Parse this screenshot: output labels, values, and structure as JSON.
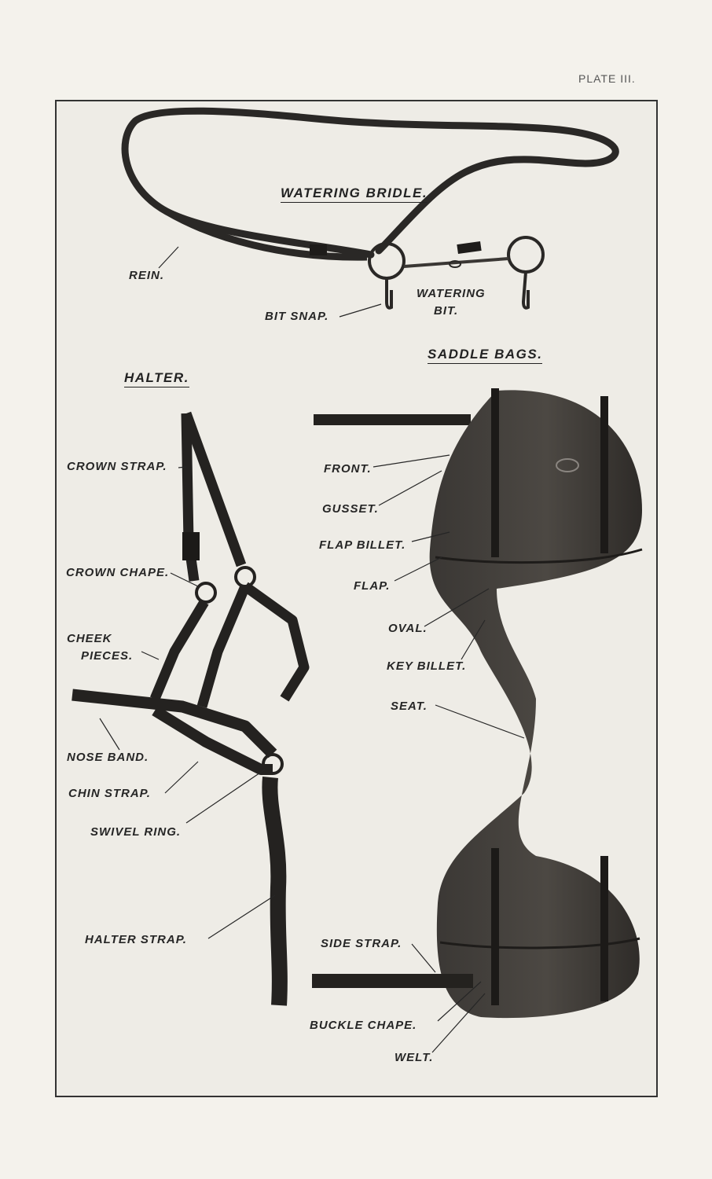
{
  "plate_number": "PLATE III.",
  "sections": {
    "watering_bridle": {
      "title": "WATERING BRIDLE.",
      "labels": {
        "rein": "REIN.",
        "bit_snap": "BIT SNAP.",
        "watering_bit_line1": "WATERING",
        "watering_bit_line2": "BIT."
      }
    },
    "halter": {
      "title": "HALTER.",
      "labels": {
        "crown_strap": "CROWN STRAP.",
        "crown_chape": "CROWN CHAPE.",
        "cheek_pieces_line1": "CHEEK",
        "cheek_pieces_line2": "PIECES.",
        "nose_band": "NOSE BAND.",
        "chin_strap": "CHIN STRAP.",
        "swivel_ring": "SWIVEL RING.",
        "halter_strap": "HALTER STRAP."
      }
    },
    "saddle_bags": {
      "title": "SADDLE BAGS.",
      "labels": {
        "front": "FRONT.",
        "gusset": "GUSSET.",
        "flap_billet": "FLAP BILLET.",
        "flap": "FLAP.",
        "oval": "OVAL.",
        "key_billet": "KEY BILLET.",
        "seat": "SEAT.",
        "side_strap": "SIDE STRAP.",
        "buckle_chape": "BUCKLE CHAPE.",
        "welt": "WELT."
      }
    }
  },
  "colors": {
    "paper": "#f4f2ec",
    "plate_background": "#eeece6",
    "leather_dark": "#2a2826",
    "leather_mid": "#45413d",
    "ink": "#262626"
  }
}
